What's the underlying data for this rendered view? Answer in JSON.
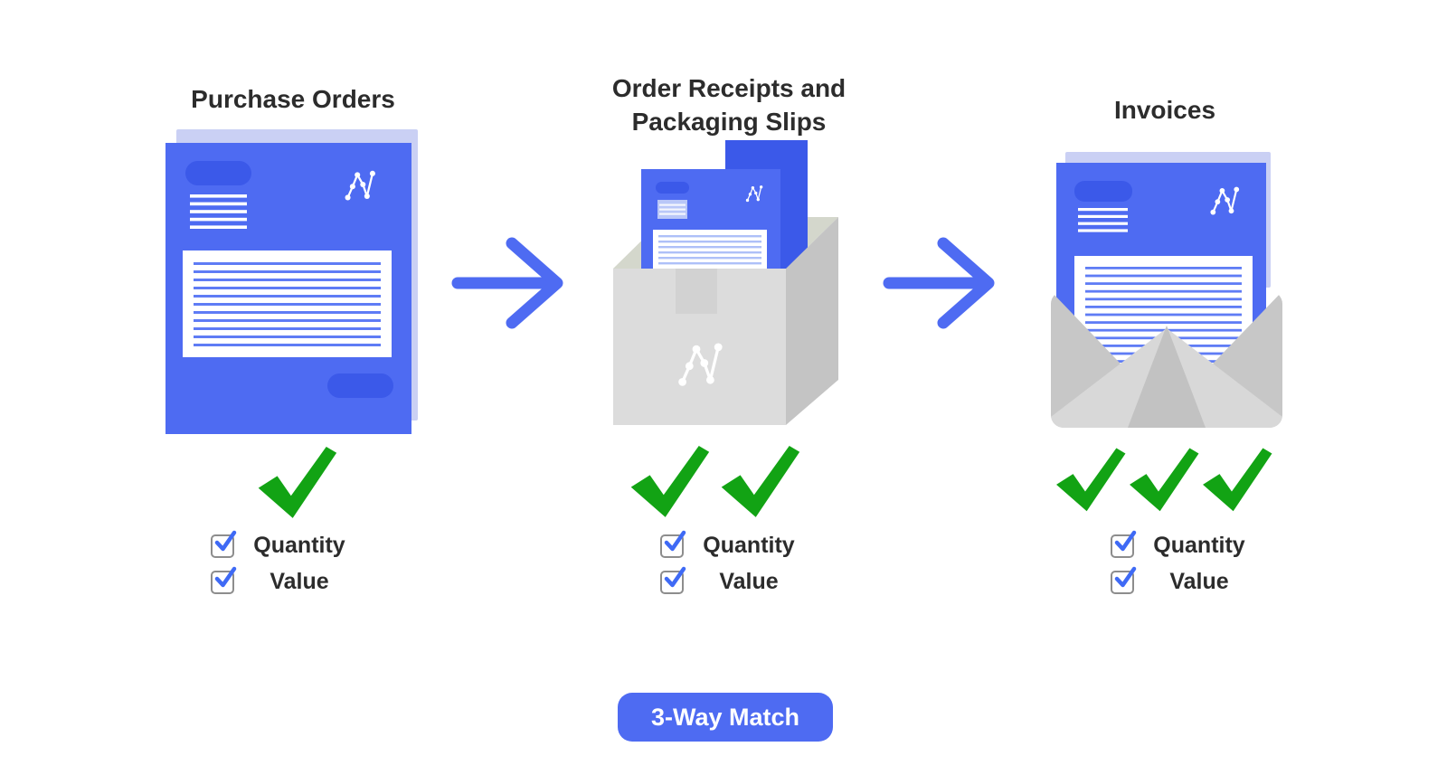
{
  "title": "3-Way Match",
  "columns": [
    {
      "title": "Purchase Orders",
      "title_lines": [
        "Purchase Orders"
      ],
      "illustration": "purchase-order-document",
      "checkmark_count": 1,
      "checklist": [
        {
          "label": "Quantity",
          "checked": true
        },
        {
          "label": "Value",
          "checked": true
        }
      ]
    },
    {
      "title": "Order Receipts and Packaging Slips",
      "title_lines": [
        "Order Receipts and",
        "Packaging Slips"
      ],
      "illustration": "receipts-box",
      "checkmark_count": 2,
      "checklist": [
        {
          "label": "Quantity",
          "checked": true
        },
        {
          "label": "Value",
          "checked": true
        }
      ]
    },
    {
      "title": "Invoices",
      "title_lines": [
        "Invoices"
      ],
      "illustration": "invoice-envelope",
      "checkmark_count": 3,
      "checklist": [
        {
          "label": "Quantity",
          "checked": true
        },
        {
          "label": "Value",
          "checked": true
        }
      ]
    }
  ],
  "footer": {
    "badge_label": "3-Way Match"
  },
  "colors": {
    "primary_blue": "#4e6bf2",
    "dark_blue": "#3b59e9",
    "page_back": "#cad0f4",
    "stripe_blue": "#5f7cf5",
    "stripe_blue_light": "#aec0f8",
    "light_blue_fill": "#b9c7f8",
    "check_green": "#12a314",
    "box_front": "#dcdcdc",
    "box_side": "#c4c4c4",
    "box_rim": "#d4d7cc",
    "box_tape": "#d2d2d2",
    "env_flap": "#c7c7c7",
    "env_front": "#d8d8d8",
    "env_peak": "#c2c2c2",
    "checkbox_border": "#8d8d8d",
    "checkbox_check": "#3f6af5",
    "text_dark": "#2c2c2c"
  }
}
